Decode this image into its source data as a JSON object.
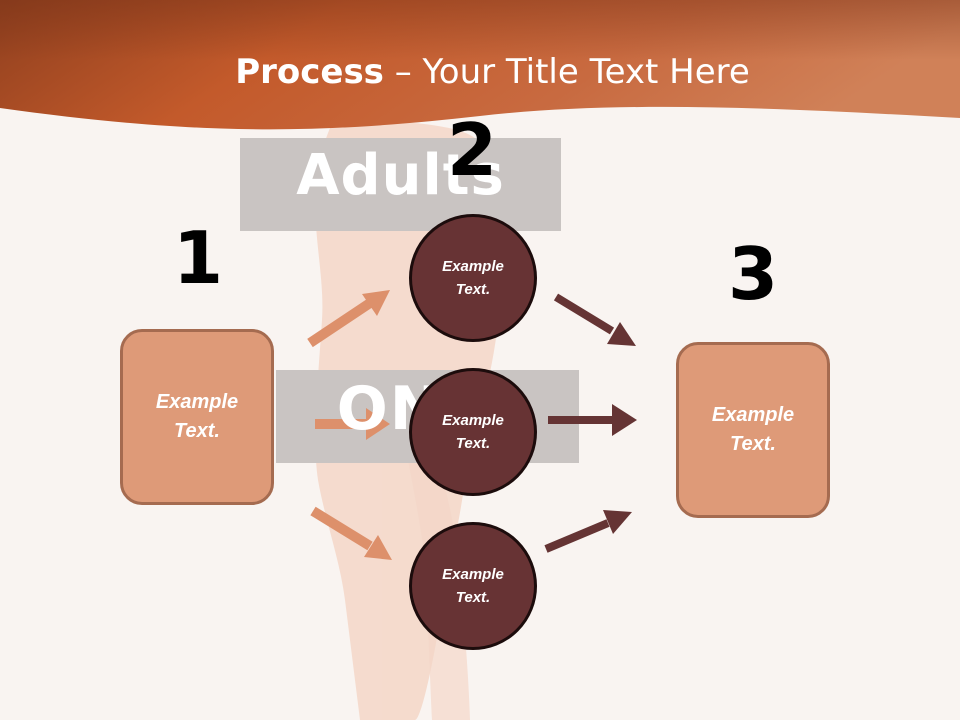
{
  "slide": {
    "title_bold": "Process",
    "title_rest": " – Your Title Text Here",
    "numbers": [
      "1",
      "2",
      "3"
    ],
    "watermark": {
      "top_text": "Adults",
      "bottom_text": "ONLY"
    },
    "start_box": {
      "label": "Example Text."
    },
    "circles": [
      {
        "label": "Example Text."
      },
      {
        "label": "Example Text."
      },
      {
        "label": "Example Text."
      }
    ],
    "end_box": {
      "label": "Example Text."
    }
  },
  "colors": {
    "header": "#c9683a",
    "box_fill": "#de9a78",
    "box_border": "#a56b50",
    "circle_fill": "#673334",
    "arrow_light": "#dd906b",
    "arrow_dark": "#653434",
    "background": "#f9f4f1"
  }
}
